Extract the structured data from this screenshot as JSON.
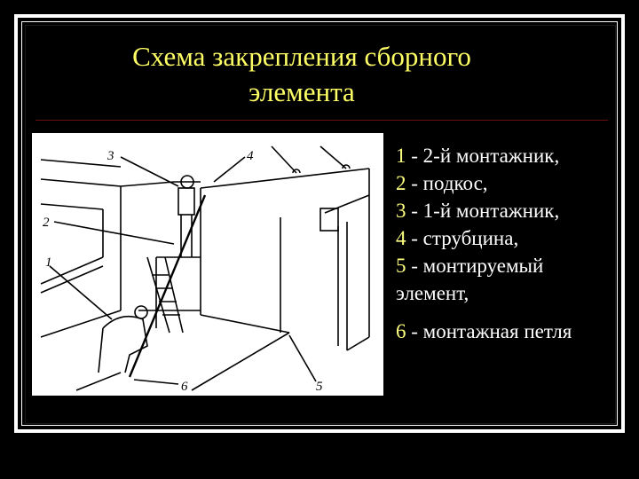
{
  "slide": {
    "title_line1": "Схема закрепления сборного",
    "title_line2": "элемента",
    "colors": {
      "background": "#000000",
      "title": "#ffff66",
      "legend_text": "#ffffff",
      "legend_number": "#ffff80",
      "rule": "#6a1010"
    }
  },
  "figure": {
    "description": "Line drawing: two workers installing a precast wall panel with a brace (подкос) and clamp (струбцина) on a ladder scaffold",
    "labels": [
      "1",
      "2",
      "3",
      "4",
      "5",
      "6"
    ]
  },
  "legend": {
    "items": [
      {
        "num": "1",
        "sep": " - ",
        "text": "2-й монтажник,"
      },
      {
        "num": "2",
        "sep": " - ",
        "text": "подкос,"
      },
      {
        "num": "3",
        "sep": " - ",
        "text": "1-й монтажник,"
      },
      {
        "num": "4",
        "sep": " - ",
        "text": "струбцина,"
      },
      {
        "num": "5",
        "sep": " - ",
        "text": "монтируемый"
      },
      {
        "num": "",
        "sep": "",
        "text": "элемент,"
      },
      {
        "num": "6",
        "sep": " - ",
        "text": "монтажная петля"
      }
    ]
  }
}
